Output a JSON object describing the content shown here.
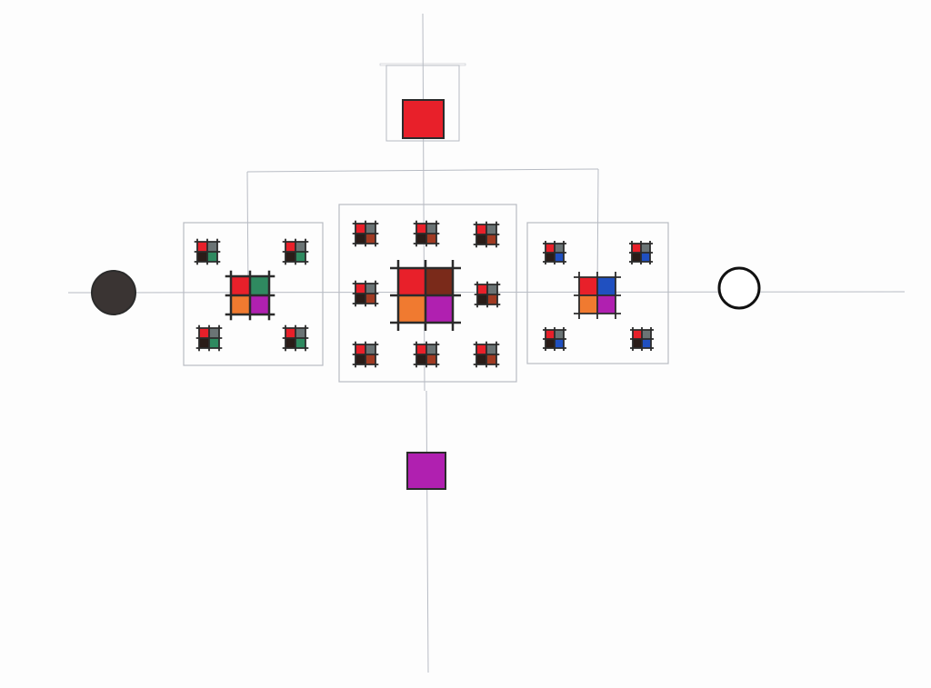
{
  "colors": {
    "paper": "#fdfdfd",
    "pencil": "#b8bcc4",
    "ink": "#2b2b2b",
    "red": "#e8202a",
    "gray": "#6b7475",
    "black": "#2a1c18",
    "green": "#2f8a60",
    "brown": "#7a2a1a",
    "rust": "#a03a22",
    "blue": "#2050c0",
    "orange": "#f07a30",
    "magenta": "#b020b0"
  },
  "top_square_color": "red",
  "bottom_square_color": "magenta",
  "left_node": "filled-circle",
  "right_node": "open-circle",
  "panels": [
    {
      "name": "left-panel",
      "center_tile": [
        "red",
        "green",
        "orange",
        "magenta"
      ],
      "small_tile": [
        "red",
        "gray",
        "black",
        "green"
      ],
      "small_tile_count": 4
    },
    {
      "name": "center-panel",
      "center_tile": [
        "red",
        "brown",
        "orange",
        "magenta"
      ],
      "small_tile": [
        "red",
        "gray",
        "black",
        "rust"
      ],
      "small_tile_count": 8
    },
    {
      "name": "right-panel",
      "center_tile": [
        "red",
        "blue",
        "orange",
        "magenta"
      ],
      "small_tile": [
        "red",
        "gray",
        "black",
        "blue"
      ],
      "small_tile_count": 4
    }
  ]
}
